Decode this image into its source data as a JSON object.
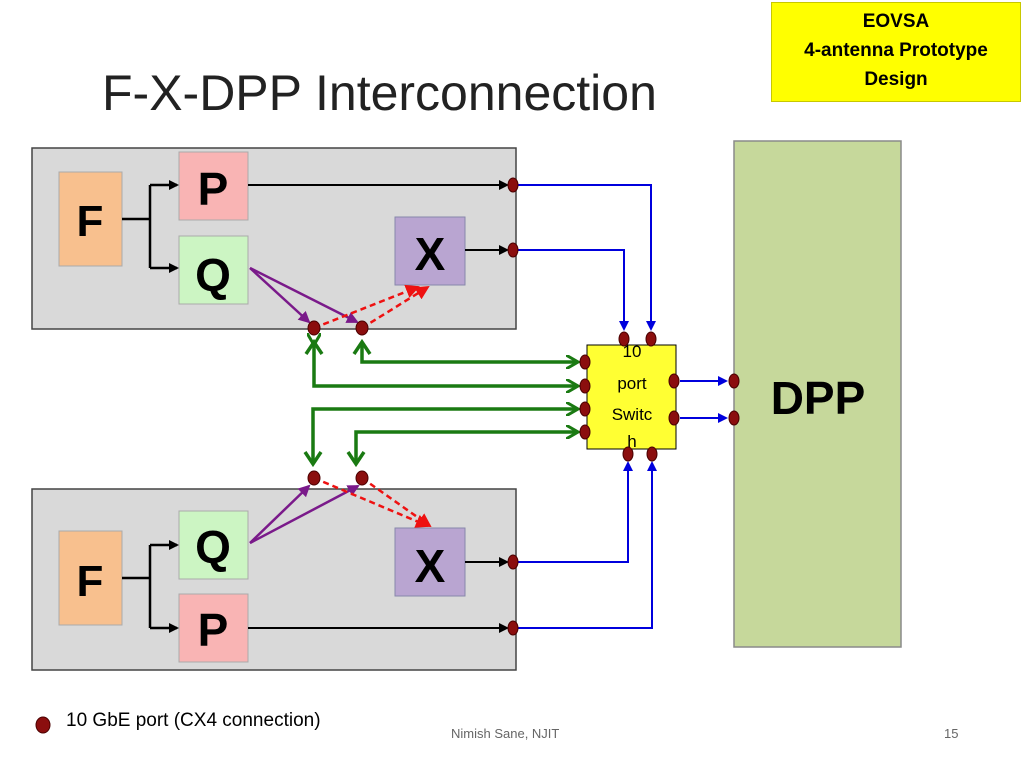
{
  "header": {
    "title": "F-X-DPP Interconnection",
    "badge_lines": [
      "EOVSA",
      "4-antenna Prototype",
      "Design"
    ]
  },
  "diagram": {
    "top_module": {
      "f_label": "F",
      "p_label": "P",
      "q_label": "Q",
      "x_label": "X"
    },
    "bottom_module": {
      "f_label": "F",
      "p_label": "P",
      "q_label": "Q",
      "x_label": "X"
    },
    "switch_lines": [
      "10",
      "port",
      "Switc",
      "h"
    ],
    "dpp_label": "DPP"
  },
  "legend": {
    "label": "10 GbE port (CX4 connection)"
  },
  "footer": {
    "author": "Nimish Sane, NJIT",
    "page": "15"
  },
  "colors": {
    "f_fill": "#f8c08e",
    "p_fill": "#f9b4b4",
    "q_fill": "#ccf5c3",
    "x_fill": "#b9a5d1",
    "dpp_fill": "#c6d89b",
    "switch_fill": "#ffff33",
    "port": "#8b0e0e",
    "blue_link": "#0000dd",
    "green_link": "#1a7a12",
    "purple_link": "#7a1a8a",
    "red_dashed": "#ee1111"
  }
}
